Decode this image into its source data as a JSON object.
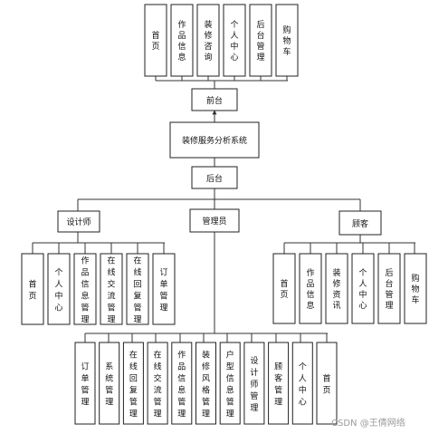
{
  "diagram": {
    "root": "装修服务分析系统",
    "front": "前台",
    "back": "后台",
    "front_modules": [
      "首页",
      "作品信息",
      "装修咨询",
      "个人中心",
      "后台管理",
      "购物车"
    ],
    "roles": {
      "designer": "设计师",
      "admin": "管理员",
      "customer": "顾客"
    },
    "designer_modules": [
      "首页",
      "个人中心",
      "作品信息管理",
      "在线交流管理",
      "在线回复管理",
      "订单管理"
    ],
    "customer_modules": [
      "首页",
      "作品信息",
      "装修资讯",
      "个人中心",
      "后台管理",
      "购物车"
    ],
    "admin_modules": [
      "订单管理",
      "系统管理",
      "在线回复管理",
      "在线交流管理",
      "作品信息管理",
      "装修风格管理",
      "户型信息管理",
      "设计师管理",
      "顾客管理",
      "个人中心",
      "首页"
    ]
  },
  "watermark": "CSDN @王倩网络"
}
